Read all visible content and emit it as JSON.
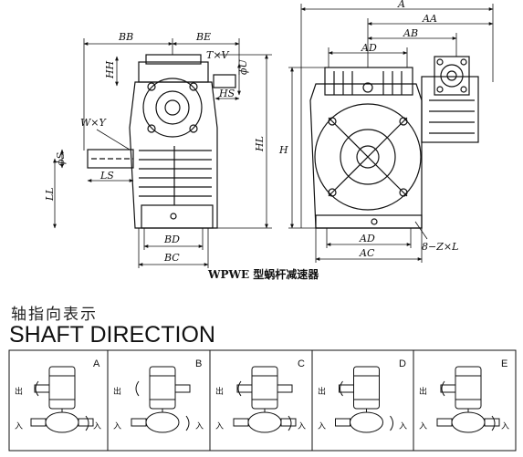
{
  "drawing": {
    "caption": "WPWE 型蜗杆减速器",
    "left_view_labels": {
      "BB": "BB",
      "BE": "BE",
      "TxV": "T×V",
      "phiU": "ϕU",
      "HH": "HH",
      "HS": "HS",
      "WxY": "W×Y",
      "phiS": "ϕS",
      "LS": "LS",
      "LL": "LL",
      "HL": "HL",
      "BD": "BD",
      "BC": "BC"
    },
    "right_view_labels": {
      "A": "A",
      "AA": "AA",
      "AB": "AB",
      "AD_top": "AD",
      "H": "H",
      "AD_bottom": "AD",
      "AC": "AC",
      "holes": "8−Z×L"
    }
  },
  "shaft_direction": {
    "title_cn": "轴指向表示",
    "title_en": "SHAFT DIRECTION",
    "panels": [
      {
        "letter": "A",
        "out": "出",
        "in": "入"
      },
      {
        "letter": "B",
        "out": "出",
        "in": "入"
      },
      {
        "letter": "C",
        "out": "出",
        "in": "入"
      },
      {
        "letter": "D",
        "out": "出",
        "in": "入"
      },
      {
        "letter": "E",
        "out": "出",
        "in": "入"
      }
    ]
  }
}
